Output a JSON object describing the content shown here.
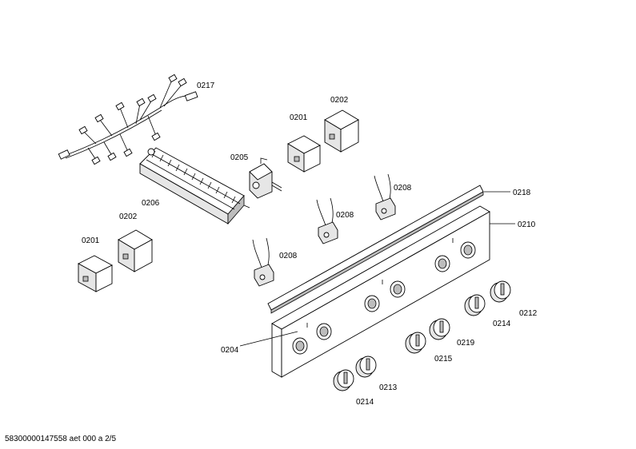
{
  "labels": {
    "p0217": "0217",
    "p0201a": "0201",
    "p0202a": "0202",
    "p0205": "0205",
    "p0206": "0206",
    "p0208a": "0208",
    "p0208b": "0208",
    "p0208c": "0208",
    "p0218": "0218",
    "p0210": "0210",
    "p0202b": "0202",
    "p0201b": "0201",
    "p0204": "0204",
    "p0212": "0212",
    "p0214a": "0214",
    "p0219": "0219",
    "p0215": "0215",
    "p0213": "0213",
    "p0214b": "0214"
  },
  "footer": "58300000147558 aet 000 a 2/5"
}
